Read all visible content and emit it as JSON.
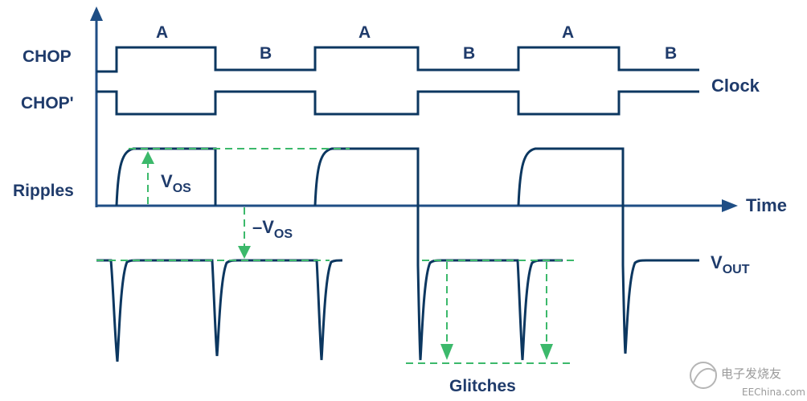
{
  "labels": {
    "chop": "CHOP",
    "chop_prime": "CHOP'",
    "clock": "Clock",
    "ripples": "Ripples",
    "time": "Time",
    "phase_a": "A",
    "phase_b": "B",
    "vos_main": "V",
    "vos_sub": "OS",
    "neg_vos_main": "–V",
    "neg_vos_sub": "OS",
    "vout_main": "V",
    "vout_sub": "OUT",
    "glitches": "Glitches"
  },
  "watermark": {
    "logo_text": "电子发烧友",
    "site": "EEChina.com"
  },
  "colors": {
    "waveform": "#0c3760",
    "axis": "#1f4e85",
    "guide": "#3cb96b",
    "text": "#1f3b6b"
  }
}
